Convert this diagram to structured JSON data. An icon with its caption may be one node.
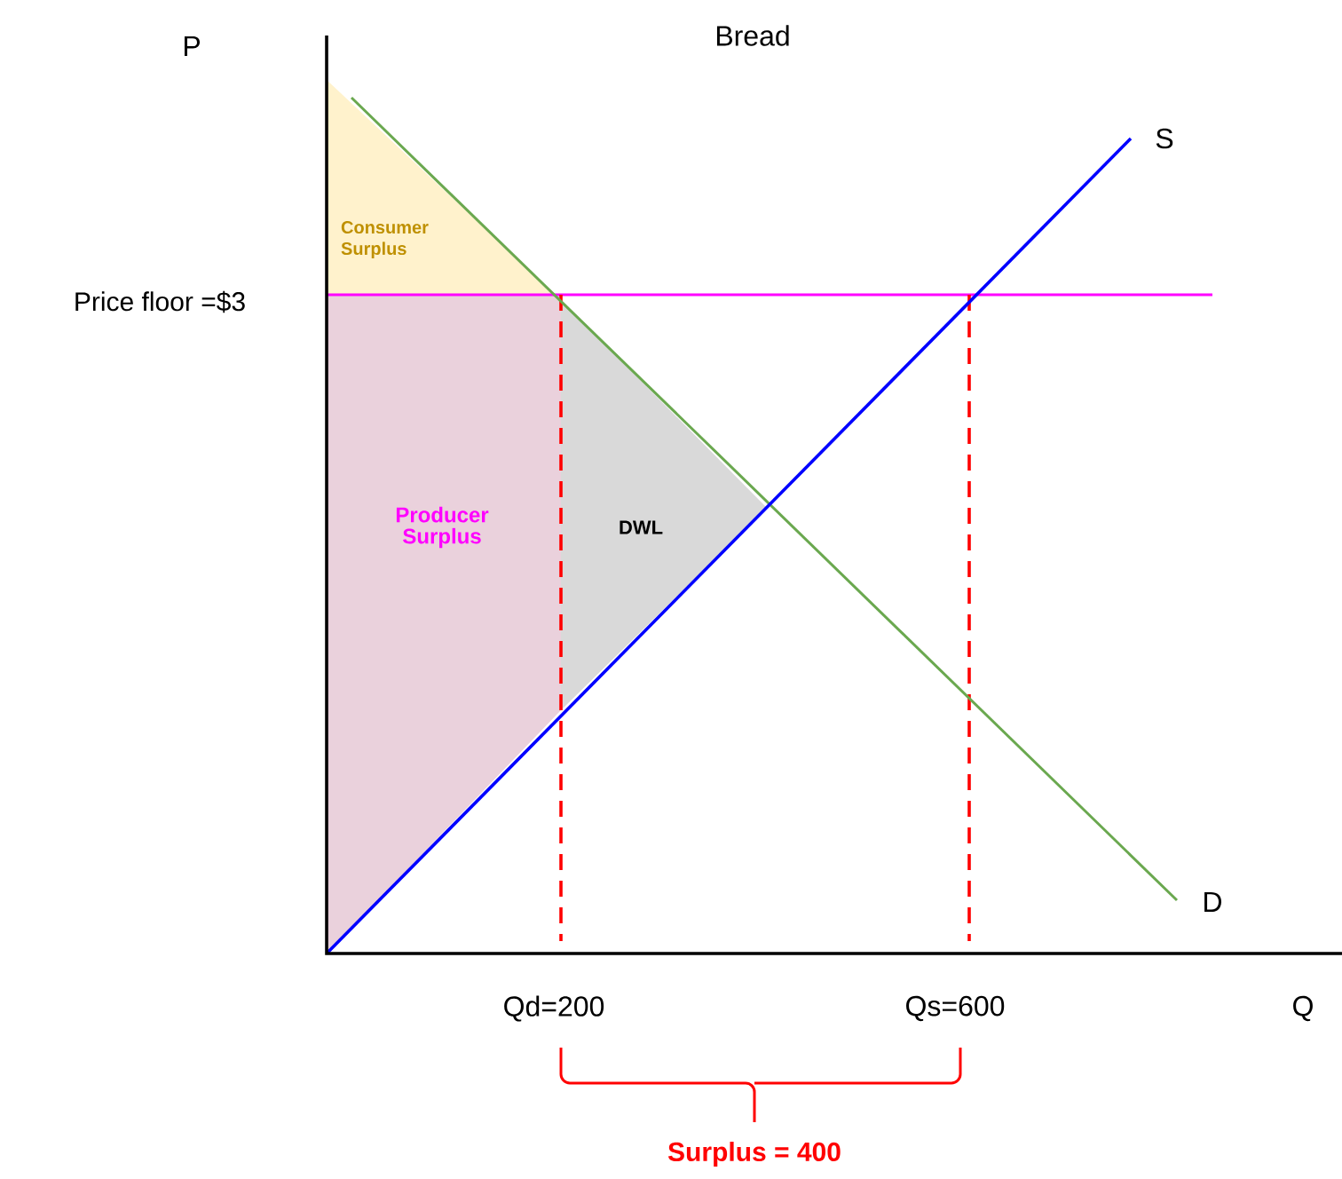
{
  "diagram": {
    "title": "Bread",
    "labels": [
      "P",
      "Consumer Surplus",
      "Price floor =$3",
      "S",
      "Producer Surplus",
      "DWL",
      "D",
      "Qd=200",
      "Qs=600",
      "Q",
      "Surplus = 400"
    ]
  }
}
